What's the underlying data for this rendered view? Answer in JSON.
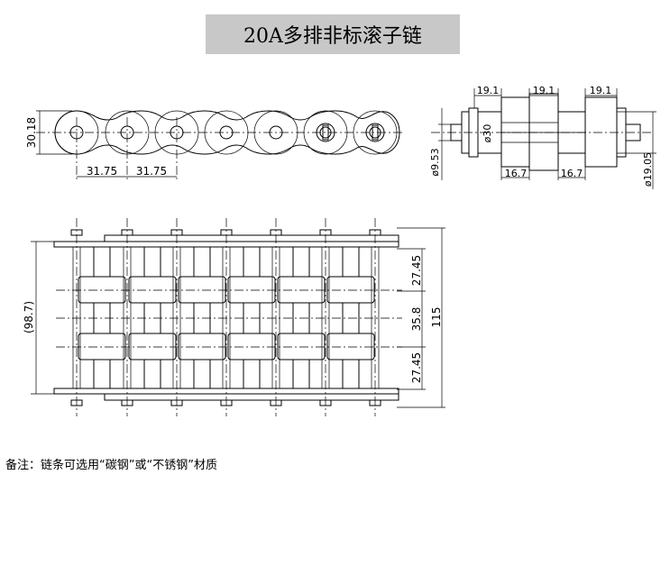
{
  "title": "20A多排非标滚子链",
  "dims": {
    "plate_height": "30.18",
    "pitch_1": "31.75",
    "pitch_2": "31.75",
    "roller_width_1": "19.1",
    "roller_width_2": "19.1",
    "roller_width_3": "19.1",
    "pin_dia_small": "ø9.53",
    "roller_dia": "ø30",
    "inner_width_1": "16.7",
    "inner_width_2": "16.7",
    "roller_dia_2": "ø19.05",
    "overall_inner": "(98.7)",
    "strand_pitch_1": "27.45",
    "center_spacing": "35.8",
    "strand_pitch_2": "27.45",
    "overall_length": "115"
  },
  "note": "备注：链条可选用“碳钢”或“不锈钢”材质"
}
